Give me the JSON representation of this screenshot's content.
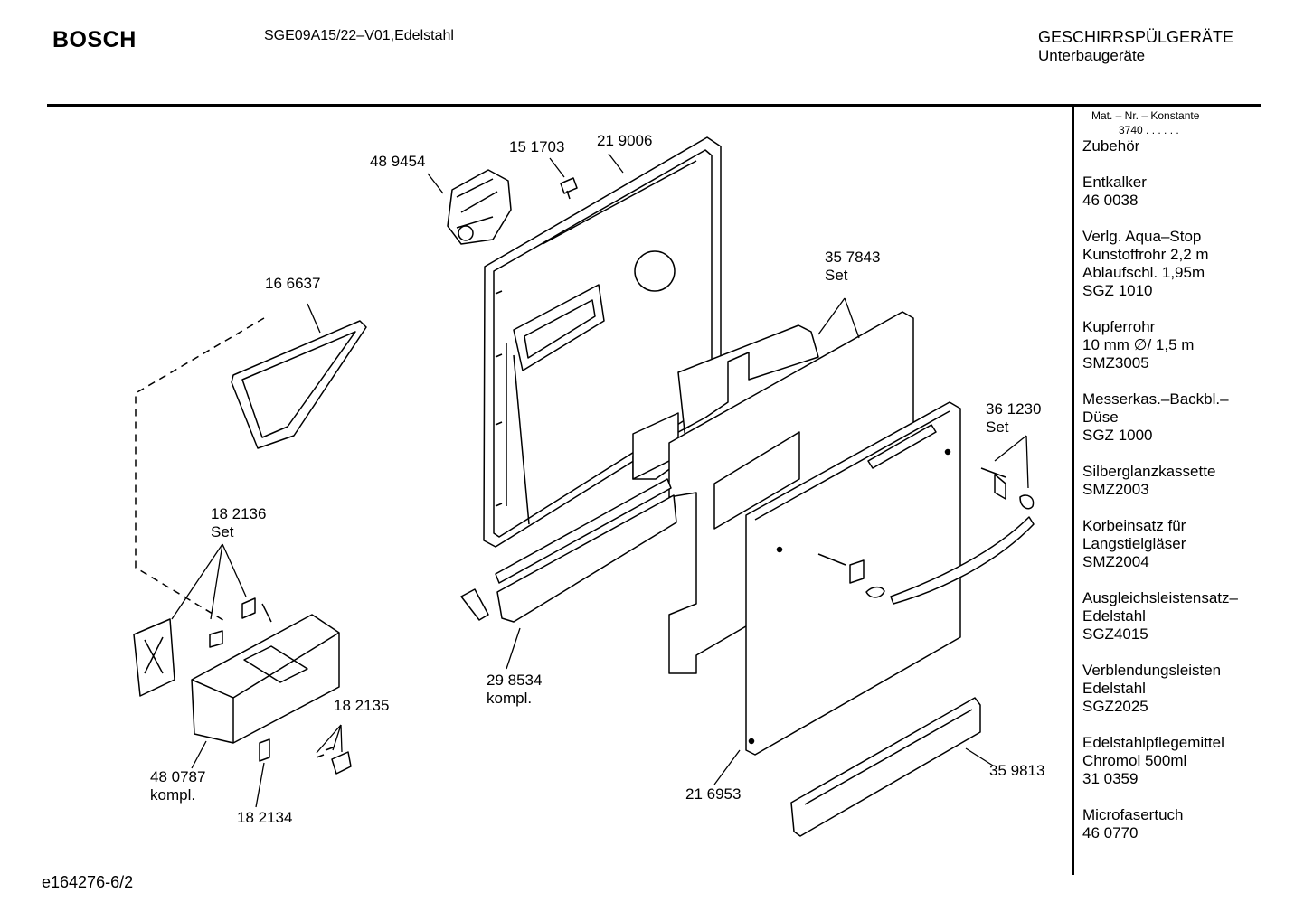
{
  "header": {
    "brand": "BOSCH",
    "model": "SGE09A15/22–V01,Edelstahl",
    "category": "GESCHIRRSPÜLGERÄTE",
    "subcategory": "Unterbaugeräte"
  },
  "sidebar": {
    "mat_nr_label": "Mat. – Nr. – Konstante",
    "mat_nr_value": "3740 .  .  .  .  .  .",
    "accessories": [
      {
        "lines": [
          "Zubehör"
        ]
      },
      {
        "lines": [
          "Entkalker",
          "46 0038"
        ]
      },
      {
        "lines": [
          "Verlg. Aqua–Stop",
          "Kunstoffrohr 2,2 m",
          "Ablaufschl. 1,95m",
          "SGZ 1010"
        ]
      },
      {
        "lines": [
          "Kupferrohr",
          "10 mm ∅/ 1,5 m",
          "SMZ3005"
        ]
      },
      {
        "lines": [
          "Messerkas.–Backbl.–",
          "Düse",
          "SGZ 1000"
        ]
      },
      {
        "lines": [
          "Silberglanzkassette",
          "SMZ2003"
        ]
      },
      {
        "lines": [
          "Korbeinsatz für",
          "Langstielgläser",
          "SMZ2004"
        ]
      },
      {
        "lines": [
          "Ausgleichsleistensatz–",
          "Edelstahl",
          "SGZ4015"
        ]
      },
      {
        "lines": [
          "Verblendungsleisten",
          "Edelstahl",
          "SGZ2025"
        ]
      },
      {
        "lines": [
          "Edelstahlpflegemittel",
          "Chromol  500ml",
          "31 0359"
        ]
      },
      {
        "lines": [
          "Microfasertuch",
          "46 0770"
        ]
      }
    ]
  },
  "parts": [
    {
      "id": "489454",
      "lines": [
        "48 9454"
      ]
    },
    {
      "id": "151703",
      "lines": [
        "15 1703"
      ]
    },
    {
      "id": "219006",
      "lines": [
        "21 9006"
      ]
    },
    {
      "id": "166637",
      "lines": [
        "16 6637"
      ]
    },
    {
      "id": "357843",
      "lines": [
        "35 7843",
        "Set"
      ]
    },
    {
      "id": "361230",
      "lines": [
        "36 1230",
        "Set"
      ]
    },
    {
      "id": "182136",
      "lines": [
        "18 2136",
        "Set"
      ]
    },
    {
      "id": "298534",
      "lines": [
        "29 8534",
        "kompl."
      ]
    },
    {
      "id": "182135",
      "lines": [
        "18 2135"
      ]
    },
    {
      "id": "480787",
      "lines": [
        "48 0787",
        "kompl."
      ]
    },
    {
      "id": "182134",
      "lines": [
        "18 2134"
      ]
    },
    {
      "id": "216953",
      "lines": [
        "21 6953"
      ]
    },
    {
      "id": "359813",
      "lines": [
        "35 9813"
      ]
    }
  ],
  "footer": {
    "doc_code": "e164276-6/2"
  }
}
